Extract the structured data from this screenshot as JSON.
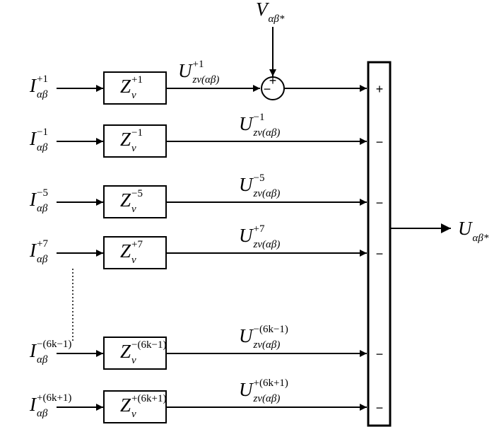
{
  "diagram": {
    "reference_input": {
      "symbol": "V",
      "sub": "αβ*"
    },
    "output": {
      "symbol": "U",
      "sub": "αβ*"
    },
    "junction_signs": {
      "top": "+",
      "left": "−"
    },
    "rows": [
      {
        "input_sup": "+1",
        "block_sup": "+1",
        "signal_sup": "+1",
        "sum_sign": "+"
      },
      {
        "input_sup": "−1",
        "block_sup": "−1",
        "signal_sup": "−1",
        "sum_sign": "−"
      },
      {
        "input_sup": "−5",
        "block_sup": "−5",
        "signal_sup": "−5",
        "sum_sign": "−"
      },
      {
        "input_sup": "+7",
        "block_sup": "+7",
        "signal_sup": "+7",
        "sum_sign": "−"
      },
      {
        "input_sup": "−(6k−1)",
        "block_sup": "−(6k−1)",
        "signal_sup": "−(6k−1)",
        "sum_sign": "−"
      },
      {
        "input_sup": "+(6k+1)",
        "block_sup": "+(6k+1)",
        "signal_sup": "+(6k+1)",
        "sum_sign": "−"
      }
    ],
    "symbols": {
      "input": "I",
      "input_sub": "αβ",
      "block": "Z",
      "block_sub": "v",
      "signal": "U",
      "signal_sub": "zv(αβ)"
    }
  }
}
